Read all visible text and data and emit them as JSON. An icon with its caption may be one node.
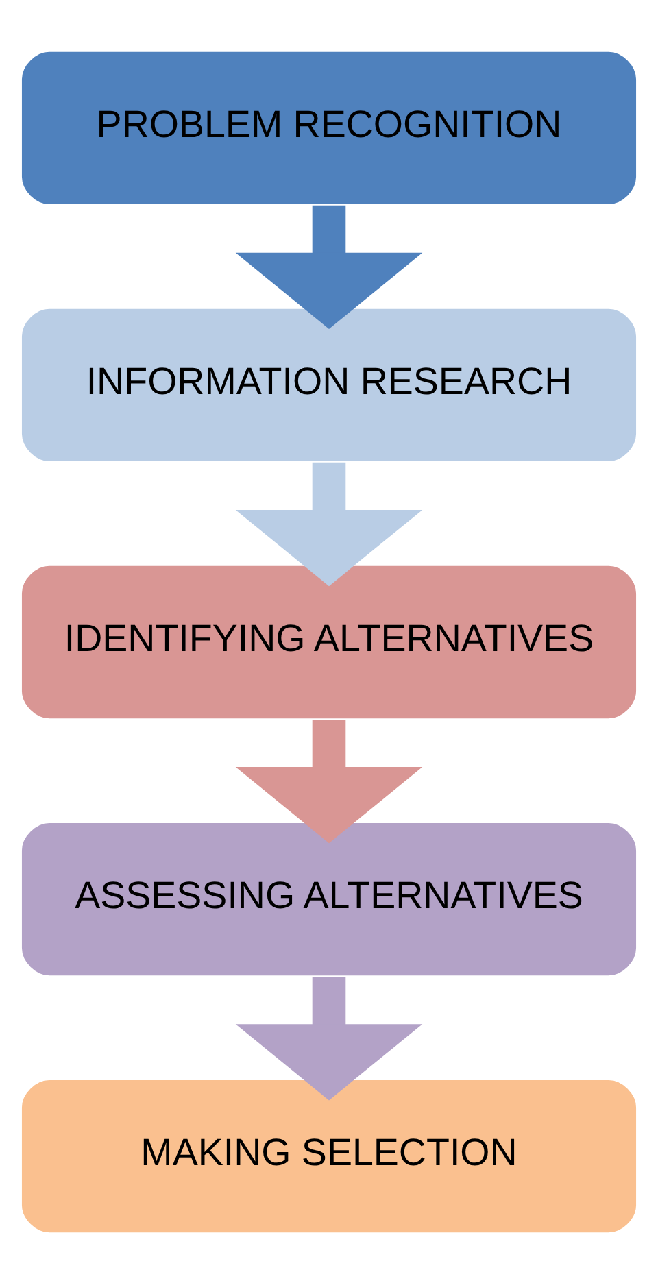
{
  "diagram": {
    "nodes": [
      {
        "text": [
          "PROBLEM RECOGNITION"
        ]
      },
      {
        "text": [
          "INFORMATION RESEARCH"
        ]
      },
      {
        "text": [
          "IDENTIFYING ALTERNATIVES"
        ]
      },
      {
        "text": [
          "ASSESSING ALTERNATIVES"
        ]
      },
      {
        "text": [
          "MAKING SELECTION"
        ]
      }
    ],
    "edges": [
      {
        "from": 0,
        "to": 1,
        "arrow": "to",
        "color": "#4f81bd"
      },
      {
        "from": 1,
        "to": 2,
        "arrow": "to",
        "color": "#b9cde5"
      },
      {
        "from": 2,
        "to": 3,
        "arrow": "to",
        "color": "#d99694"
      },
      {
        "from": 3,
        "to": 4,
        "arrow": "to",
        "color": "#b3a2c7"
      }
    ]
  }
}
